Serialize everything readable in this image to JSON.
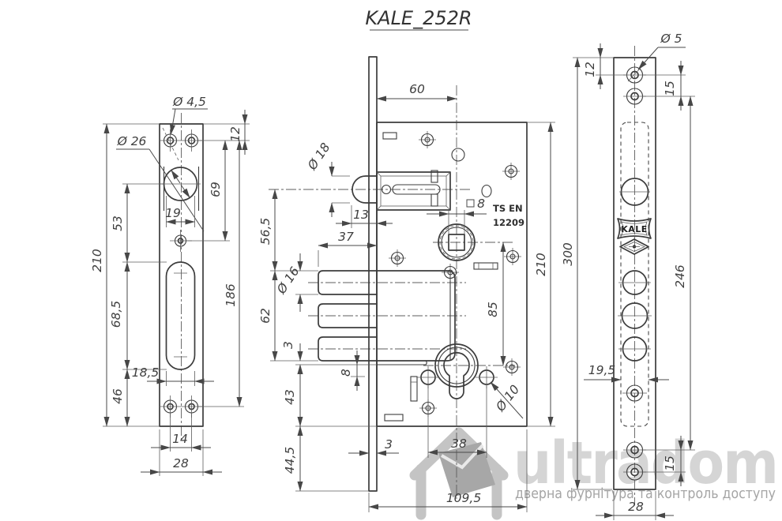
{
  "title": "KALE_252R",
  "standard": {
    "line1": "TS EN",
    "line2": "12209"
  },
  "logo": {
    "brand": "KALE"
  },
  "watermark": {
    "brand": "ultradom",
    "tagline": "дверна фурнітура та контроль доступу"
  },
  "colors": {
    "line": "#3c3c3c",
    "dim_text": "#3f3f3f",
    "watermark_brand": "#d5d5d5",
    "watermark_tagline": "#a5a5a5"
  },
  "views": {
    "front_plate": {
      "dims": {
        "hole_dia": "Ø 4,5",
        "cyl_dia": "Ø 26",
        "top_offset": "12",
        "hole_span": "69",
        "center_span": "186",
        "recess_width": "19",
        "cyl_to_slot": "53",
        "height": "210",
        "slot_height": "68,5",
        "slot_width": "18,5",
        "bottom_offset": "46",
        "screw_span": "14",
        "width": "28"
      }
    },
    "lock_body": {
      "dims": {
        "backset": "60",
        "latch_dia": "Ø 18",
        "latch_throw": "13",
        "bolt_throw": "37",
        "bolt_dia": "Ø 16",
        "latch_to_bolts": "56,5",
        "bolt_block": "62",
        "gap": "3",
        "bolt_edge": "8",
        "below_block": "43",
        "plate_tail": "44,5",
        "plate_thickness": "3",
        "cyl_screw_span": "38",
        "total_depth": "109,5",
        "follower_square": "8",
        "body_height": "210",
        "follower_to_cyl": "85",
        "fix_hole_dia": "Ø 10"
      }
    },
    "face_plate": {
      "dims": {
        "screw_dia": "Ø 5",
        "top_offset": "12",
        "screw_span_top": "15",
        "height": "300",
        "screw_centers": "246",
        "recess_width": "19,5",
        "screw_span_bottom": "15",
        "width": "28"
      }
    }
  }
}
